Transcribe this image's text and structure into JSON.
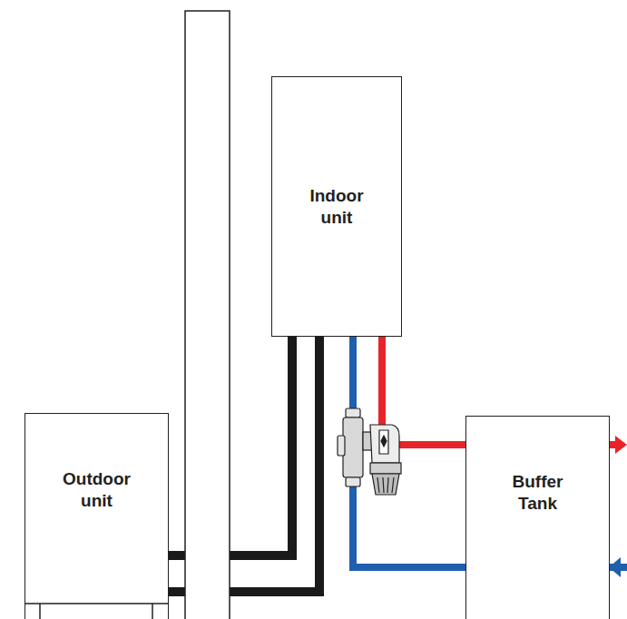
{
  "diagram": {
    "nodes": [
      {
        "text": [
          "Outdoor unit"
        ]
      },
      {
        "text": [
          "Indoor unit"
        ]
      },
      {
        "text": [
          "Buffer Tank"
        ]
      }
    ],
    "edges": [
      {
        "from": 0,
        "to": 1,
        "arrow": "none"
      },
      {
        "from": 0,
        "to": 1,
        "arrow": "none"
      },
      {
        "from": 1,
        "to": 2,
        "arrow": "none"
      },
      {
        "from": 2,
        "to": 1,
        "arrow": "none"
      }
    ]
  }
}
